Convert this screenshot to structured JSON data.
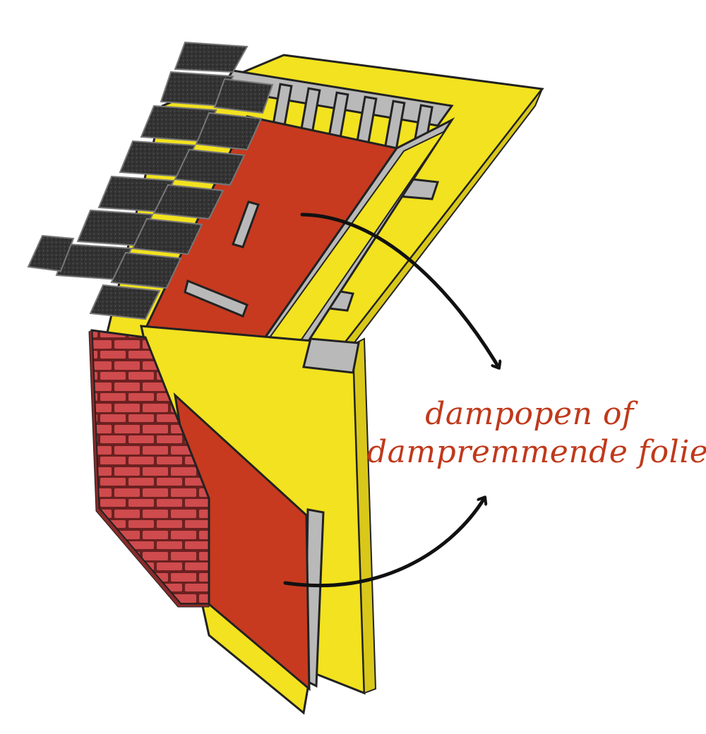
{
  "diagram": {
    "label": {
      "line1": "dampopen of",
      "line2": "dampremmende folie"
    },
    "colors": {
      "insulation": "#f2e21f",
      "membrane": "#c73a1f",
      "brick": "#c9484a",
      "brick_mortar": "#6b2020",
      "roof_tiles": "#2f2f2f",
      "timber": "#b9b9b9",
      "label_text": "#c0391b",
      "arrow": "#111111"
    },
    "components": [
      "roof-tiles",
      "roof-battens",
      "insulation-layer",
      "vapor-membrane-roof",
      "vapor-membrane-wall",
      "brick-wall",
      "timber-frame"
    ]
  }
}
